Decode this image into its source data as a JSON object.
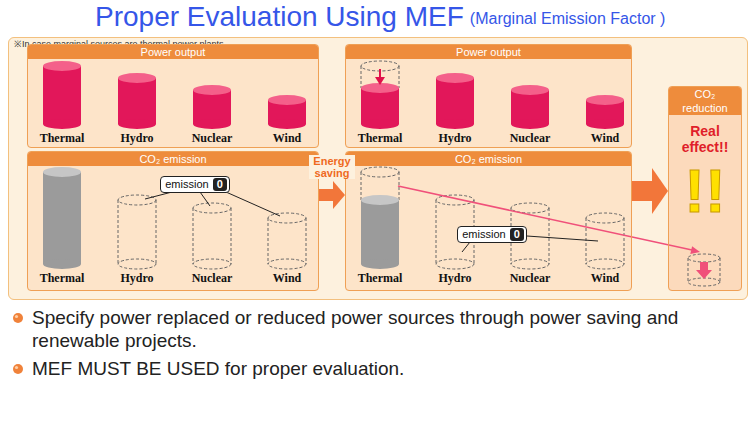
{
  "diagram": {
    "title": "Proper Evaluation Using MEF",
    "nodes": [
      {
        "text": [
          "※In case marginal sources are thermal power plants"
        ]
      },
      {
        "text": [
          "Power output"
        ],
        "in": 0
      },
      {
        "text": [
          "CO₂ emission"
        ],
        "in": 0
      },
      {
        "text": [
          "emission",
          "0"
        ],
        "in": 2
      },
      {
        "text": [
          "Power output"
        ],
        "in": 0
      },
      {
        "text": [
          "CO₂ emission"
        ],
        "in": 0
      },
      {
        "text": [
          "emission",
          "0"
        ],
        "in": 5
      },
      {
        "text": [
          "CO₂ reduction",
          "Real effect!!"
        ],
        "in": 0
      }
    ],
    "edges": [
      {
        "from": 2,
        "to": 5,
        "arrow": "to",
        "label": "Energy saving"
      },
      {
        "from": 5,
        "to": 7,
        "arrow": "to"
      }
    ],
    "labels": [
      "(Marginal Emission Factor )",
      "Thermal",
      "Hydro",
      "Nuclear",
      "Wind",
      "Thermal",
      "Hydro",
      "Nuclear",
      "Wind",
      "Thermal",
      "Hydro",
      "Nuclear",
      "Wind",
      "Thermal",
      "Hydro",
      "Nuclear",
      "Wind",
      "!!",
      "Specify power replaced or reduced power sources through power saving and renewable projects.",
      "MEF MUST BE USED for proper evaluation."
    ]
  }
}
